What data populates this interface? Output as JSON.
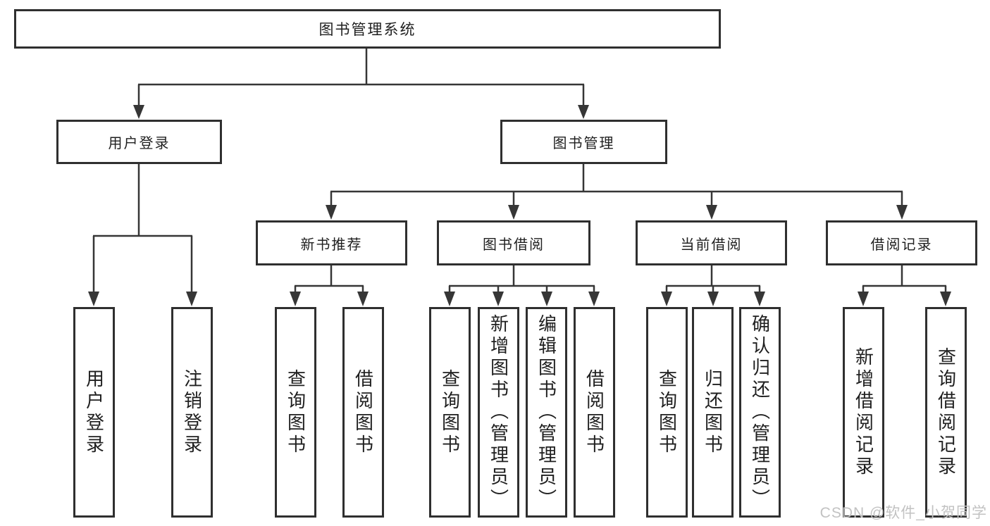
{
  "diagram": {
    "root": {
      "label": "图书管理系统"
    },
    "level2": [
      {
        "id": "user-login",
        "label": "用户登录"
      },
      {
        "id": "book-management",
        "label": "图书管理"
      }
    ],
    "level3": [
      {
        "id": "new-book-recommend",
        "label": "新书推荐"
      },
      {
        "id": "book-borrow",
        "label": "图书借阅"
      },
      {
        "id": "current-borrow",
        "label": "当前借阅"
      },
      {
        "id": "borrow-records",
        "label": "借阅记录"
      }
    ],
    "leaves": {
      "user_login": [
        "用户登录",
        "注销登录"
      ],
      "new_book": [
        "查询图书",
        "借阅图书"
      ],
      "book_borrow": [
        "查询图书",
        "新增图书（管理员）",
        "编辑图书（管理员）",
        "借阅图书"
      ],
      "current_borrow": [
        "查询图书",
        "归还图书",
        "确认归还（管理员）"
      ],
      "borrow_records": [
        "新增借阅记录",
        "查询借阅记录"
      ]
    }
  },
  "watermark": {
    "text": "CSDN @软件_小贺同学"
  },
  "colors": {
    "line": "#363636",
    "box_border": "#2f2f2f",
    "text": "#1f1f1f",
    "watermark": "#c2c2c2",
    "background": "#ffffff"
  }
}
